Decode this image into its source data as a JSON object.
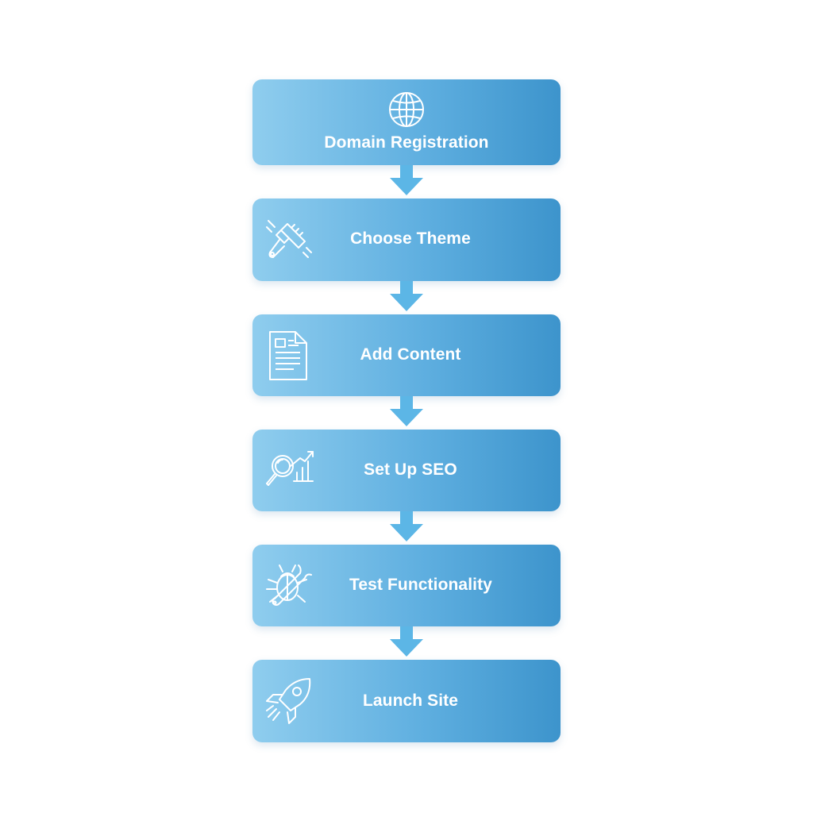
{
  "flow": {
    "steps": [
      {
        "label": "Domain Registration",
        "icon": "globe-icon"
      },
      {
        "label": "Choose Theme",
        "icon": "paintbrush-icon"
      },
      {
        "label": "Add Content",
        "icon": "document-icon"
      },
      {
        "label": "Set Up SEO",
        "icon": "magnifier-growth-chart-icon"
      },
      {
        "label": "Test Functionality",
        "icon": "bug-wrench-icon"
      },
      {
        "label": "Launch Site",
        "icon": "rocket-icon"
      }
    ],
    "colors": {
      "box_light": "#8fcdee",
      "box_mid": "#5fafe0",
      "box_dark": "#3d94cc",
      "arrow": "#5cb6e6",
      "text": "#ffffff"
    }
  }
}
